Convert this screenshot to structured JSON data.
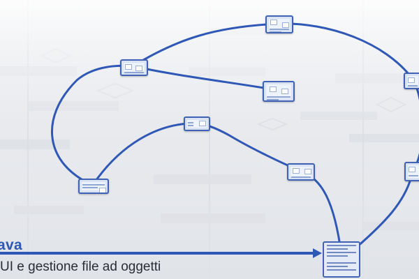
{
  "presentation": {
    "title": "ava",
    "subtitle": "UI e gestione file ad oggetti"
  },
  "path": {
    "color": "#2f57b5",
    "frames": [
      {
        "name": "frame-1"
      },
      {
        "name": "frame-2"
      },
      {
        "name": "frame-3"
      },
      {
        "name": "frame-4"
      },
      {
        "name": "frame-5"
      },
      {
        "name": "frame-6"
      },
      {
        "name": "frame-7"
      },
      {
        "name": "frame-8"
      },
      {
        "name": "frame-9"
      }
    ]
  },
  "colors": {
    "accent": "#2f57b5",
    "background": "#e9ebef",
    "text": "#2a2d33"
  }
}
